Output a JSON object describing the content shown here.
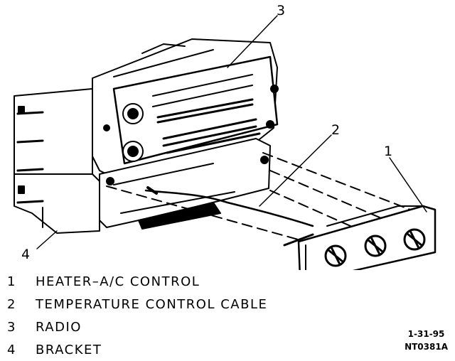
{
  "callouts": [
    {
      "number": "1"
    },
    {
      "number": "2"
    },
    {
      "number": "3"
    },
    {
      "number": "4"
    }
  ],
  "legend": [
    {
      "number": "1",
      "label": "HEATER–A/C CONTROL"
    },
    {
      "number": "2",
      "label": "TEMPERATURE CONTROL CABLE"
    },
    {
      "number": "3",
      "label": "RADIO"
    },
    {
      "number": "4",
      "label": "BRACKET"
    }
  ],
  "stamp": {
    "date": "1-31-95",
    "code": "NT0381A"
  }
}
